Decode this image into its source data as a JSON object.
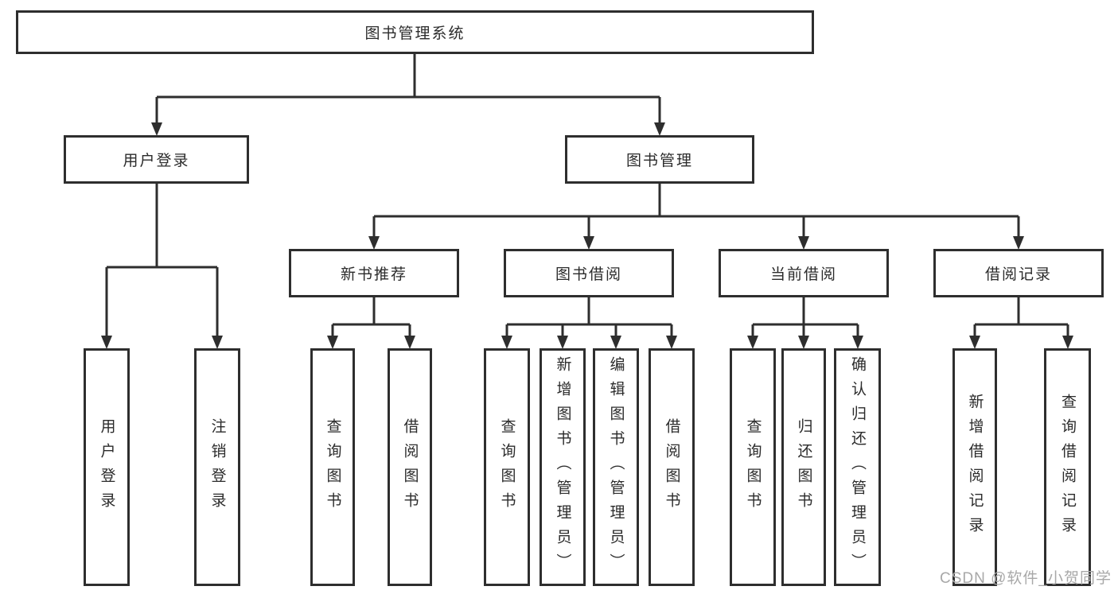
{
  "diagram": {
    "root": {
      "label": "图书管理系统"
    },
    "branches": [
      {
        "label": "用户登录",
        "children": [
          {
            "label": "用户登录"
          },
          {
            "label": "注销登录"
          }
        ]
      },
      {
        "label": "图书管理",
        "children": [
          {
            "label": "新书推荐",
            "children": [
              {
                "label": "查询图书"
              },
              {
                "label": "借阅图书"
              }
            ]
          },
          {
            "label": "图书借阅",
            "children": [
              {
                "label": "查询图书"
              },
              {
                "label": "新增图书（管理员）"
              },
              {
                "label": "编辑图书（管理员）"
              },
              {
                "label": "借阅图书"
              }
            ]
          },
          {
            "label": "当前借阅",
            "children": [
              {
                "label": "查询图书"
              },
              {
                "label": "归还图书"
              },
              {
                "label": "确认归还（管理员）"
              }
            ]
          },
          {
            "label": "借阅记录",
            "children": [
              {
                "label": "新增借阅记录"
              },
              {
                "label": "查询借阅记录"
              }
            ]
          }
        ]
      }
    ]
  },
  "watermark": {
    "text": "CSDN @软件_小贺同学"
  },
  "colors": {
    "line": "#2e2e2e",
    "text": "#2b2b2b",
    "watermark": "#a8a8a8",
    "background": "#ffffff"
  }
}
